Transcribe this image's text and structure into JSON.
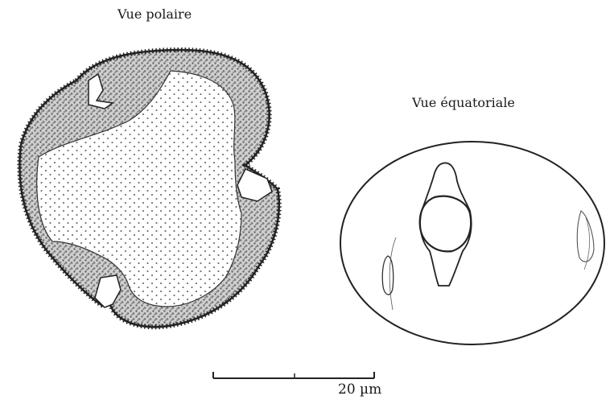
{
  "labels": {
    "polar_view": "Vue polaire",
    "equatorial_view": "Vue équatoriale"
  },
  "scale_bar": {
    "text": "20 µm"
  }
}
